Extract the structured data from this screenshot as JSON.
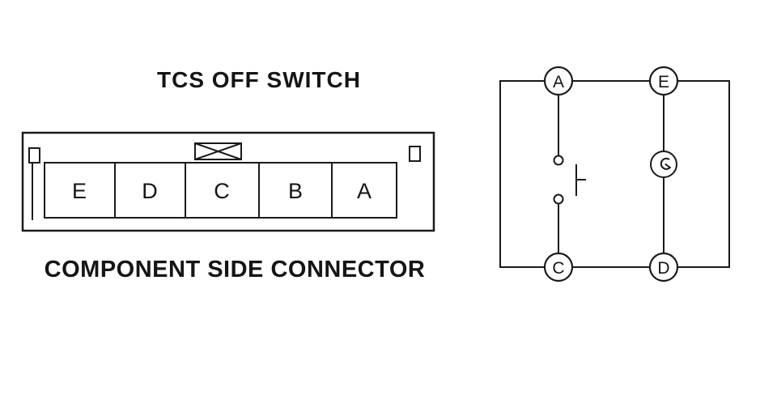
{
  "title": "TCS OFF SWITCH",
  "connector": {
    "label": "COMPONENT SIDE CONNECTOR",
    "pins": [
      "E",
      "D",
      "C",
      "B",
      "A"
    ]
  },
  "circuit": {
    "terminals": {
      "top_left": "A",
      "top_right": "E",
      "bottom_left": "C",
      "bottom_right": "D"
    },
    "components": {
      "switch": "momentary-pushbutton-switch",
      "lamp": "indicator-lamp"
    }
  },
  "colors": {
    "ink": "#1a1a1a",
    "background": "#ffffff"
  }
}
